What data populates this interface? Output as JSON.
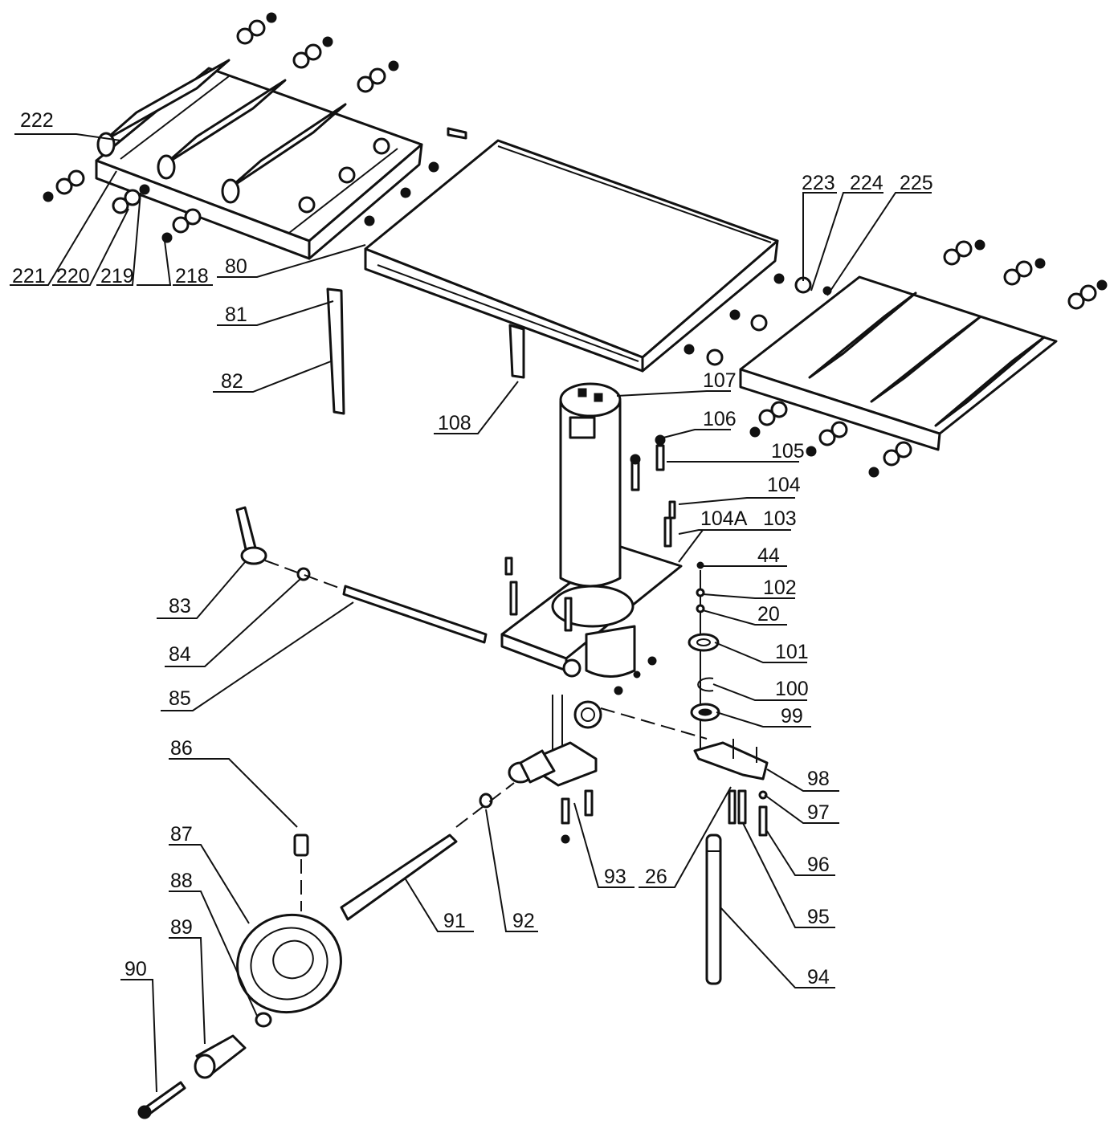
{
  "labels": {
    "l222": "222",
    "l221": "221",
    "l220": "220",
    "l219": "219",
    "l218": "218",
    "l80": "80",
    "l81": "81",
    "l82": "82",
    "l108": "108",
    "l223": "223",
    "l224": "224",
    "l225": "225",
    "l107": "107",
    "l106": "106",
    "l105": "105",
    "l104": "104",
    "l104a": "104A",
    "l103": "103",
    "l44": "44",
    "l102": "102",
    "l20": "20",
    "l101": "101",
    "l100": "100",
    "l99": "99",
    "l98": "98",
    "l97": "97",
    "l96": "96",
    "l95": "95",
    "l94": "94",
    "l26": "26",
    "l93": "93",
    "l92": "92",
    "l91": "91",
    "l83": "83",
    "l84": "84",
    "l85": "85",
    "l86": "86",
    "l87": "87",
    "l88": "88",
    "l89": "89",
    "l90": "90"
  }
}
